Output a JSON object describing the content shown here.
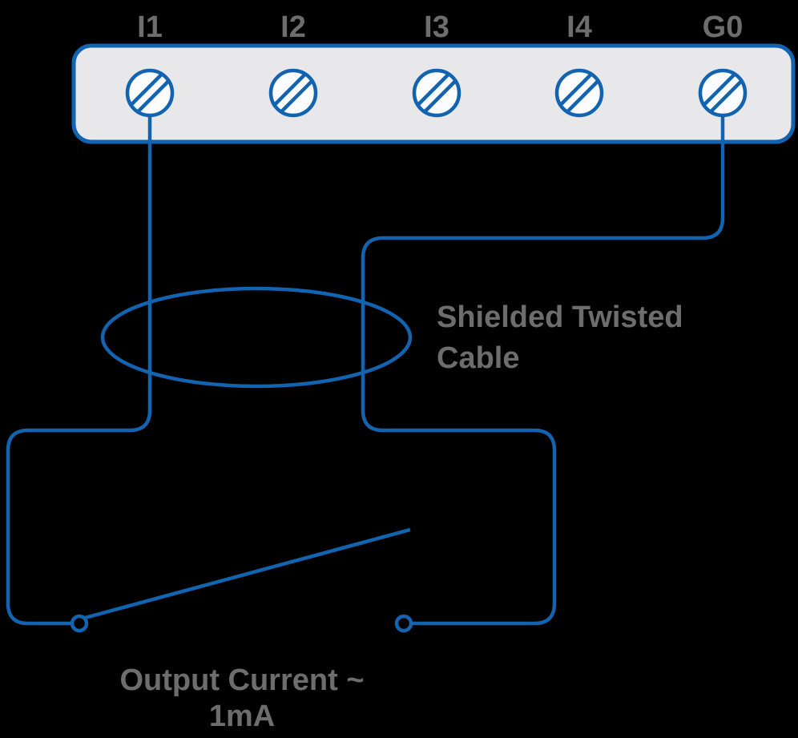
{
  "colors": {
    "background": "#000000",
    "wire": "#1263b0",
    "block_fill": "#e8e8ea",
    "terminal_fill": "#fbfcfd",
    "label": "#6d6d6d"
  },
  "terminal_block": {
    "terminals": [
      {
        "label": "I1"
      },
      {
        "label": "I2"
      },
      {
        "label": "I3"
      },
      {
        "label": "I4"
      },
      {
        "label": "G0"
      }
    ]
  },
  "annotations": {
    "cable_label_line1": "Shielded Twisted",
    "cable_label_line2": "Cable",
    "output_label_line1": "Output Current ~",
    "output_label_line2": "1mA"
  }
}
